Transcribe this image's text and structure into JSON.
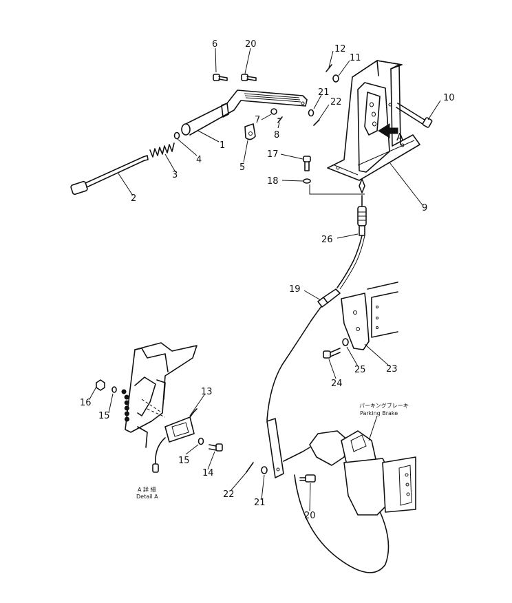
{
  "callouts": [
    {
      "id": "c1",
      "text": "1"
    },
    {
      "id": "c2",
      "text": "2"
    },
    {
      "id": "c3",
      "text": "3"
    },
    {
      "id": "c4",
      "text": "4"
    },
    {
      "id": "c5",
      "text": "5"
    },
    {
      "id": "c6",
      "text": "6"
    },
    {
      "id": "c7",
      "text": "7"
    },
    {
      "id": "c8",
      "text": "8"
    },
    {
      "id": "c9",
      "text": "9"
    },
    {
      "id": "c10",
      "text": "10"
    },
    {
      "id": "c11",
      "text": "11"
    },
    {
      "id": "c12",
      "text": "12"
    },
    {
      "id": "c13",
      "text": "13"
    },
    {
      "id": "c14",
      "text": "14"
    },
    {
      "id": "c15a",
      "text": "15"
    },
    {
      "id": "c15b",
      "text": "15"
    },
    {
      "id": "c16",
      "text": "16"
    },
    {
      "id": "c17",
      "text": "17"
    },
    {
      "id": "c18",
      "text": "18"
    },
    {
      "id": "c19",
      "text": "19"
    },
    {
      "id": "c20a",
      "text": "20"
    },
    {
      "id": "c20b",
      "text": "20"
    },
    {
      "id": "c21a",
      "text": "21"
    },
    {
      "id": "c21b",
      "text": "21"
    },
    {
      "id": "c22a",
      "text": "22"
    },
    {
      "id": "c22b",
      "text": "22"
    },
    {
      "id": "c23",
      "text": "23"
    },
    {
      "id": "c24",
      "text": "24"
    },
    {
      "id": "c25",
      "text": "25"
    },
    {
      "id": "c26",
      "text": "26"
    }
  ],
  "view_marker": "A",
  "parking_brake_jp": "パーキングブレーキ",
  "parking_brake_en": "Parking Brake",
  "detail_jp": "A 詳 細",
  "detail_en": "Detail A"
}
